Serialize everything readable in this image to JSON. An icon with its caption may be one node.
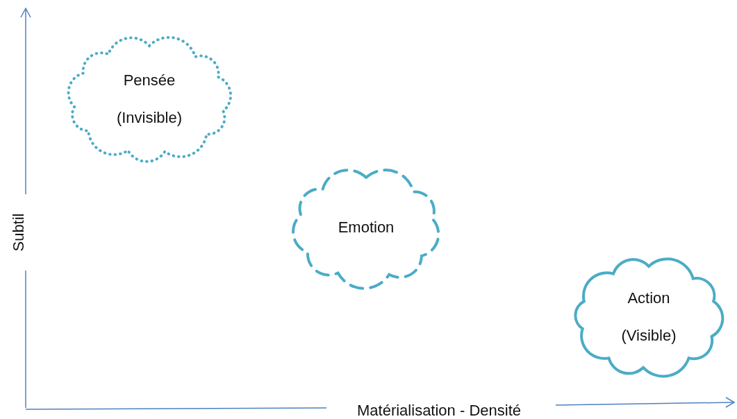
{
  "diagram": {
    "nodes": [
      {
        "text": [
          "Pensée",
          "(Invisible)"
        ]
      },
      {
        "text": [
          "Emotion"
        ]
      },
      {
        "text": [
          "Action",
          "(Visible)"
        ]
      }
    ],
    "labels": [
      "Subtil",
      "Matérialisation - Densité"
    ]
  }
}
